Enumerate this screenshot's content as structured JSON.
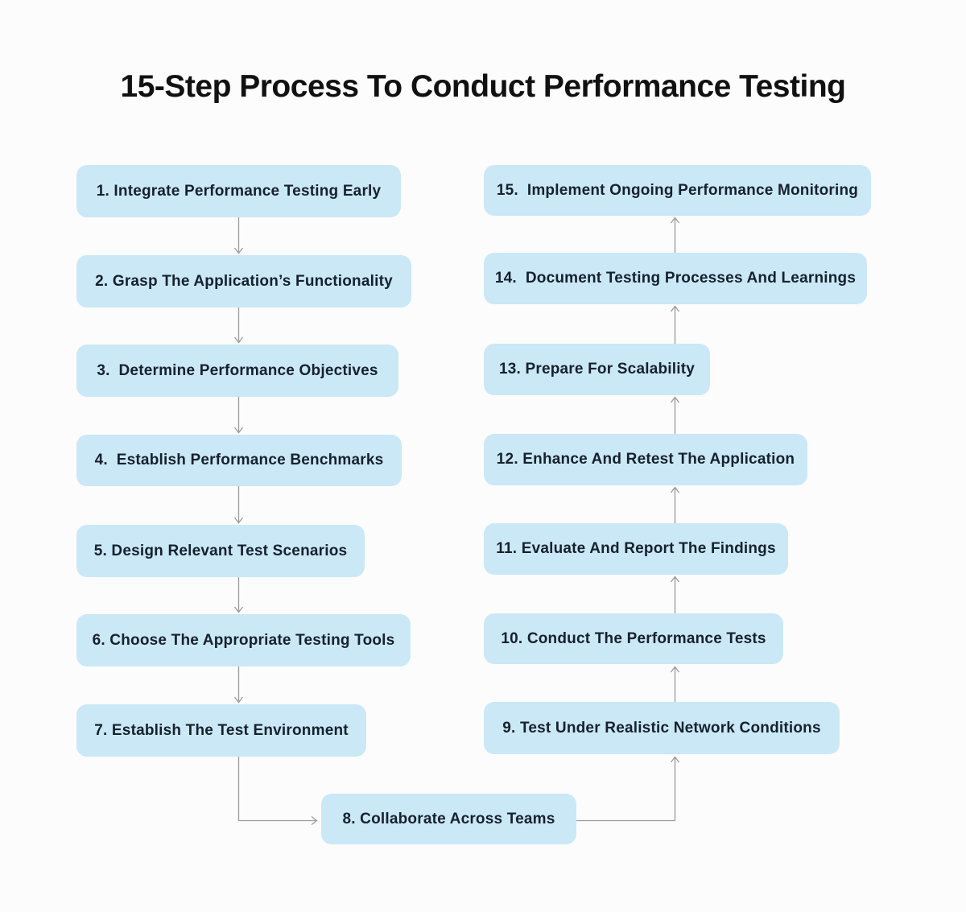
{
  "title": "15-Step Process To Conduct Performance Testing",
  "colors": {
    "background": "#fcfcfc",
    "box_fill": "#cbe8f6",
    "box_text": "#16212e",
    "title_text": "#111111",
    "connector": "#9a9a9a"
  },
  "steps": [
    {
      "label": "1. Integrate Performance Testing Early"
    },
    {
      "label": "2. Grasp The Application’s Functionality"
    },
    {
      "label": "3.  Determine Performance Objectives"
    },
    {
      "label": "4.  Establish Performance Benchmarks"
    },
    {
      "label": "5. Design Relevant Test Scenarios"
    },
    {
      "label": "6. Choose The Appropriate Testing Tools"
    },
    {
      "label": "7. Establish The Test Environment"
    },
    {
      "label": "8. Collaborate Across Teams"
    },
    {
      "label": "9. Test Under Realistic Network Conditions"
    },
    {
      "label": "10. Conduct The Performance Tests"
    },
    {
      "label": "11. Evaluate And Report The Findings"
    },
    {
      "label": "12. Enhance And Retest The Application"
    },
    {
      "label": "13. Prepare For Scalability"
    },
    {
      "label": "14.  Document Testing Processes And Learnings"
    },
    {
      "label": "15.  Implement Ongoing Performance Monitoring"
    }
  ],
  "flow": {
    "edges": [
      "1→2",
      "2→3",
      "3→4",
      "4→5",
      "5→6",
      "6→7",
      "7→8",
      "8→9",
      "9→10",
      "10→11",
      "11→12",
      "12→13",
      "13→14",
      "14→15"
    ],
    "left_column_top_to_bottom": [
      1,
      2,
      3,
      4,
      5,
      6,
      7
    ],
    "bottom_center": 8,
    "right_column_bottom_to_top": [
      9,
      10,
      11,
      12,
      13,
      14,
      15
    ]
  }
}
